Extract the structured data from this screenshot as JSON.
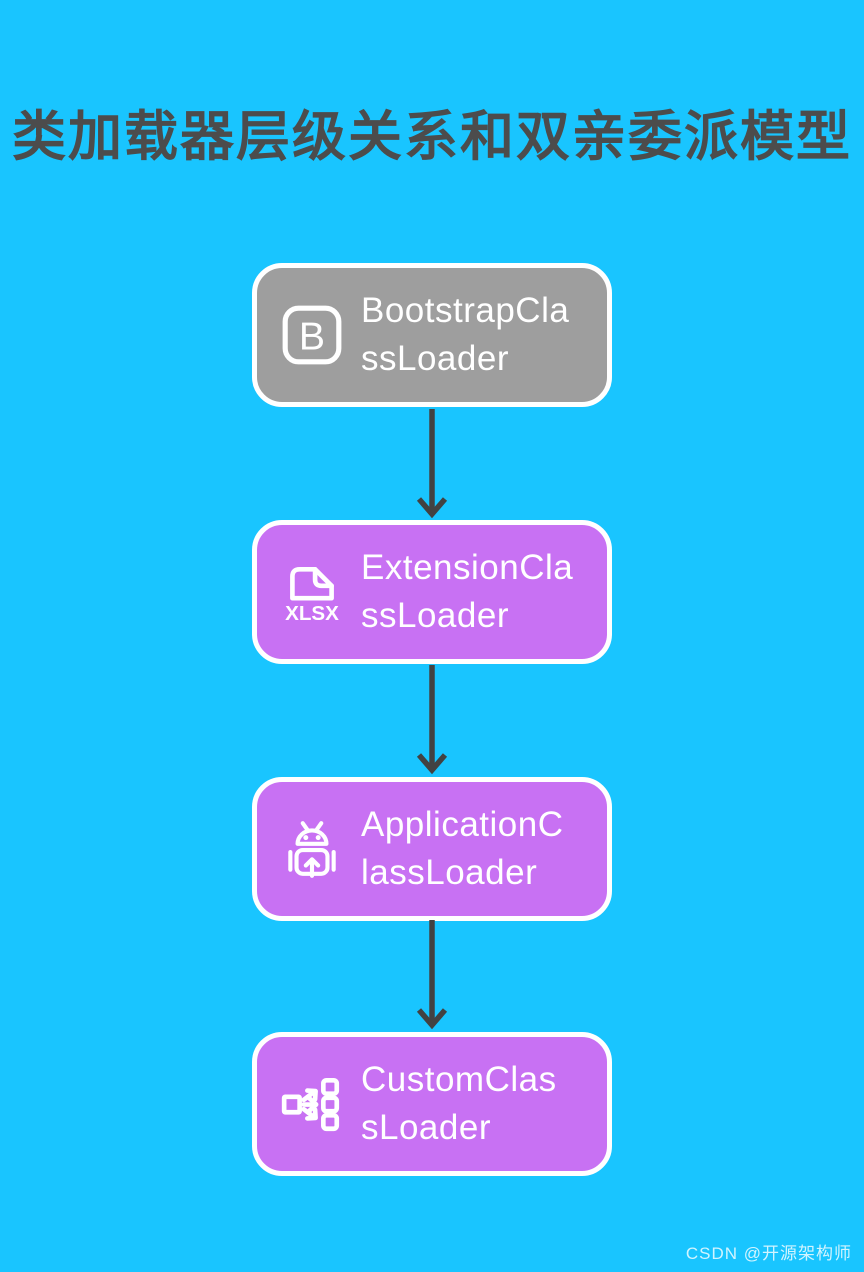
{
  "title": "类加载器层级关系和双亲委派模型",
  "watermark": "CSDN @开源架构师",
  "colors": {
    "canvas-bg": "#19c5ff",
    "node-gray": "#9e9e9e",
    "node-purple": "#c871f3",
    "node-border": "#ffffff",
    "node-text": "#ffffff",
    "title-text": "#4c4c4c",
    "arrow": "#424242",
    "watermark-text": "rgba(255,255,255,0.8)"
  },
  "icons": {
    "bootstrap_letter": "B",
    "xlsx_label": "XLSX"
  },
  "nodes": [
    {
      "id": "bootstrap-classloader",
      "label": "BootstrapClassLoader",
      "line1": "BootstrapCla",
      "line2": "ssLoader",
      "icon": "bootstrap-b-icon",
      "variant": "gray"
    },
    {
      "id": "extension-classloader",
      "label": "ExtensionClassLoader",
      "line1": "ExtensionCla",
      "line2": "ssLoader",
      "icon": "xlsx-file-icon",
      "variant": "purple"
    },
    {
      "id": "application-classloader",
      "label": "ApplicationClassLoader",
      "line1": "ApplicationC",
      "line2": "lassLoader",
      "icon": "android-upload-icon",
      "variant": "purple"
    },
    {
      "id": "custom-classloader",
      "label": "CustomClassLoader",
      "line1": "CustomClas",
      "line2": "sLoader",
      "icon": "fan-out-icon",
      "variant": "purple"
    }
  ]
}
